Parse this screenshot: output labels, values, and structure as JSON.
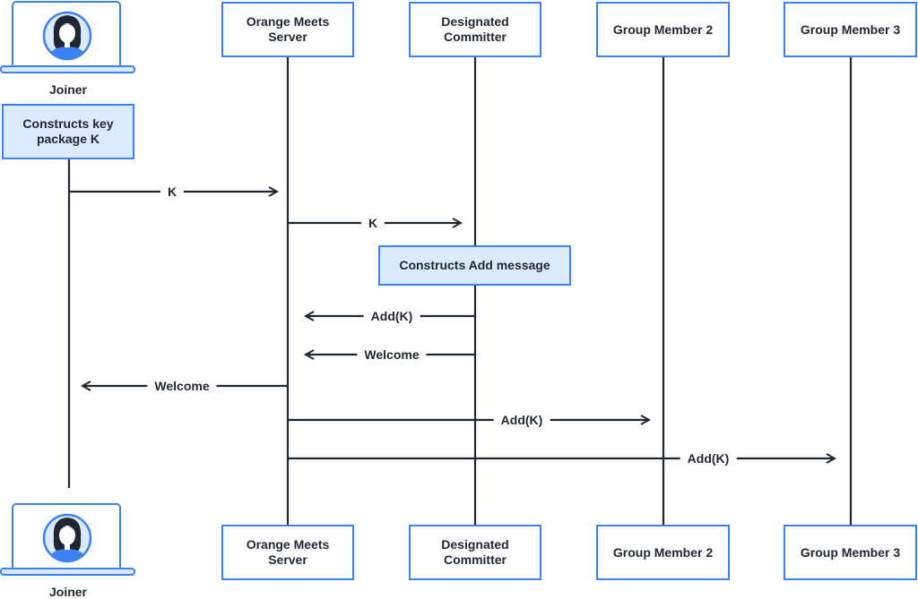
{
  "participants": {
    "joiner": "Joiner",
    "server": "Orange Meets\nServer",
    "committer": "Designated\nCommitter",
    "member2": "Group Member 2",
    "member3": "Group Member 3"
  },
  "notes": {
    "key_package": "Constructs key\npackage K",
    "add_message": "Constructs Add message"
  },
  "messages": {
    "m1": "K",
    "m2": "K",
    "m3": "Add(K)",
    "m4": "Welcome",
    "m5": "Welcome",
    "m6": "Add(K)",
    "m7": "Add(K)"
  },
  "colors": {
    "box_border": "#3b82f6",
    "note_fill": "#dbeafe",
    "line": "#1f2733",
    "avatar_ring": "#3b82f6"
  },
  "icons": {
    "joiner_avatar": "person-laptop-icon"
  }
}
